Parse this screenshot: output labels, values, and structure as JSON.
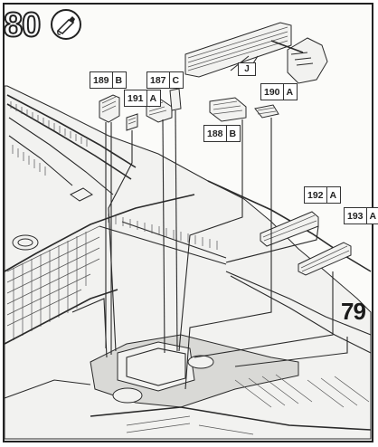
{
  "step": {
    "number": "80",
    "glue_icon": "glue-tube-icon"
  },
  "parts": [
    {
      "id": "189",
      "suffix": "B"
    },
    {
      "id": "191",
      "suffix": "A"
    },
    {
      "id": "187",
      "suffix": "C"
    },
    {
      "id": "190",
      "suffix": "A"
    },
    {
      "id": "188",
      "suffix": "B"
    },
    {
      "id": "192",
      "suffix": "A"
    },
    {
      "id": "193",
      "suffix": "A"
    }
  ],
  "detail_callout": {
    "label": "J"
  },
  "reference_step": "79"
}
